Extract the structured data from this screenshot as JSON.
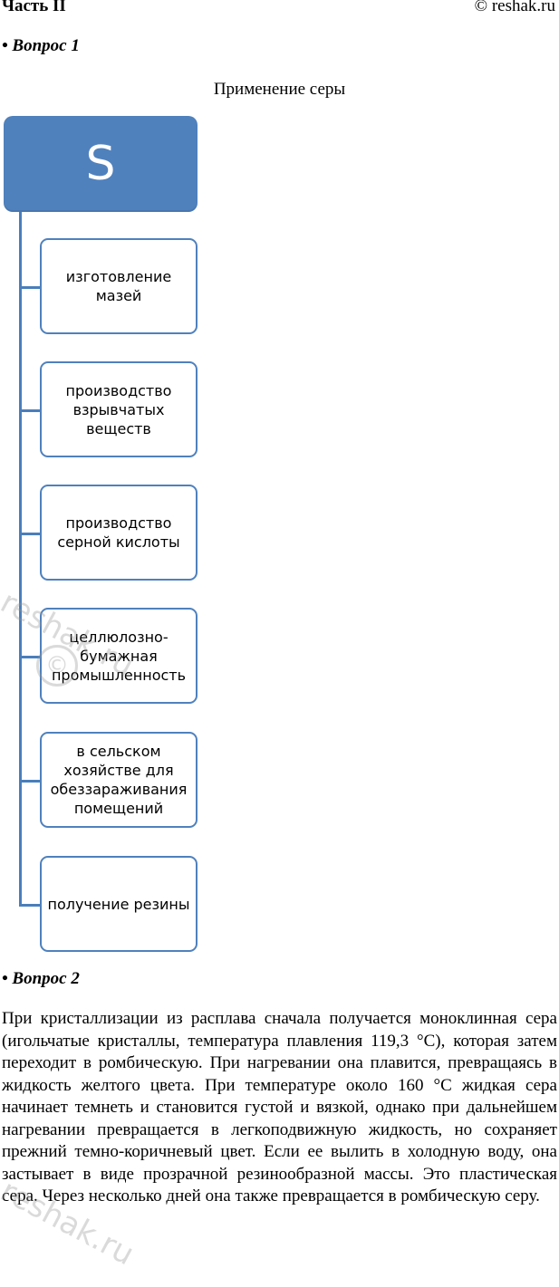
{
  "header": {
    "left": "Часть II",
    "right": "© reshak.ru"
  },
  "question1": {
    "label": "• Вопрос 1"
  },
  "diagram": {
    "title": "Применение серы",
    "root": "S",
    "items": [
      {
        "label": "изготовление мазей"
      },
      {
        "label": "производство взрывчатых веществ"
      },
      {
        "label": "производство серной кислоты"
      },
      {
        "label": "целлюлозно-бумажная промышленность"
      },
      {
        "label": "в сельском хозяйстве для обеззараживания помещений"
      },
      {
        "label": "получение резины"
      }
    ],
    "colors": {
      "root_fill": "#4f81bd",
      "border": "#4f81bd",
      "connector": "#4a7ebb"
    }
  },
  "question2": {
    "label": "• Вопрос 2",
    "text": "При кристаллизации из расплава сначала получается моноклинная сера (игольчатые кристаллы, температура плавления 119,3 °С), которая затем переходит в ромбическую. При нагревании она плавится, превращаясь в жидкость желтого цвета. При температуре около 160 °С жидкая сера начинает темнеть и становится густой и вязкой, однако при дальнейшем нагревании превращается в легкоподвижную жидкость, но сохраняет прежний темно-коричневый цвет. Если ее вылить в холодную воду, она застывает в виде прозрачной резинообразной массы. Это пластическая сера. Через несколько дней она также превращается в ромбическую серу."
  },
  "watermark": {
    "text": "reshak.ru",
    "symbol": "©"
  }
}
